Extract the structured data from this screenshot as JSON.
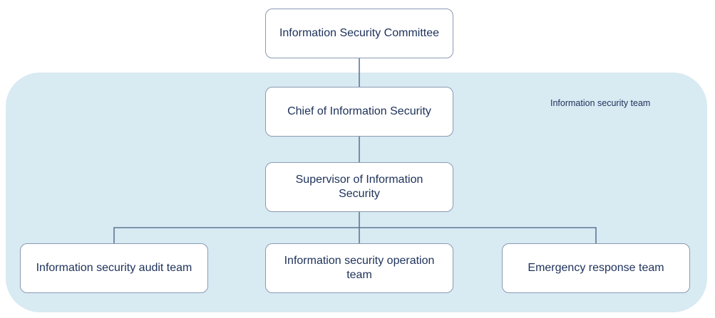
{
  "diagram": {
    "region_label": "Information security team",
    "nodes": {
      "committee": "Information Security Committee",
      "chief": "Chief of Information Security",
      "supervisor": "Supervisor of Information Security",
      "audit_team": "Information security audit team",
      "operation_team": "Information security operation team",
      "emergency_team": "Emergency response team"
    },
    "edges": [
      [
        "committee",
        "chief"
      ],
      [
        "chief",
        "supervisor"
      ],
      [
        "supervisor",
        "audit_team"
      ],
      [
        "supervisor",
        "operation_team"
      ],
      [
        "supervisor",
        "emergency_team"
      ]
    ],
    "colors": {
      "region_fill": "#d8eaf2",
      "node_border": "#8a9ab3",
      "connector": "#5d7896",
      "text": "#1d3159"
    }
  }
}
